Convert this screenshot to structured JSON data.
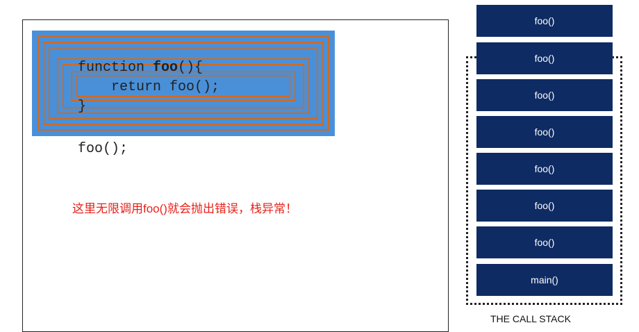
{
  "code": {
    "line1_keyword": "function ",
    "line1_name": "foo",
    "line1_rest": "(){",
    "line2": "    return foo();",
    "line3": "}",
    "call": "foo();"
  },
  "message": "这里无限调用foo()就会抛出错误，栈异常！",
  "call_stack": {
    "frames": [
      "foo()",
      "foo()",
      "foo()",
      "foo()",
      "foo()",
      "foo()",
      "foo()",
      "main()"
    ],
    "caption": "THE CALL STACK"
  }
}
